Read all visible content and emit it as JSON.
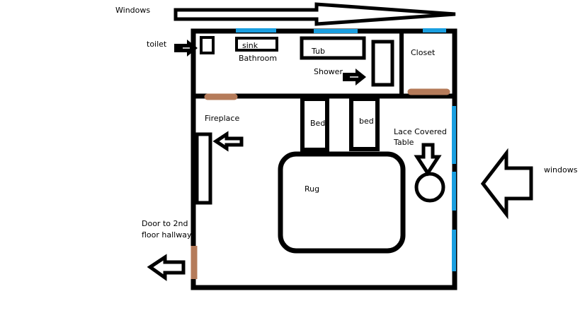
{
  "labels": {
    "windows_top": "Windows",
    "toilet": "toilet",
    "sink": "sink",
    "bathroom": "Bathroom",
    "tub": "Tub",
    "shower": "Shower",
    "closet": "Closet",
    "fireplace": "Fireplace",
    "bed_left": "Bed",
    "bed_right": "bed",
    "lace_table_line1": "Lace Covered",
    "lace_table_line2": "Table",
    "windows_right": "windows",
    "rug": "Rug",
    "door_line1": "Door to 2nd",
    "door_line2": "floor hallway"
  },
  "colors": {
    "wall": "#000000",
    "window": "#1a9fe0",
    "door": "#b57b5a",
    "background": "#ffffff"
  }
}
